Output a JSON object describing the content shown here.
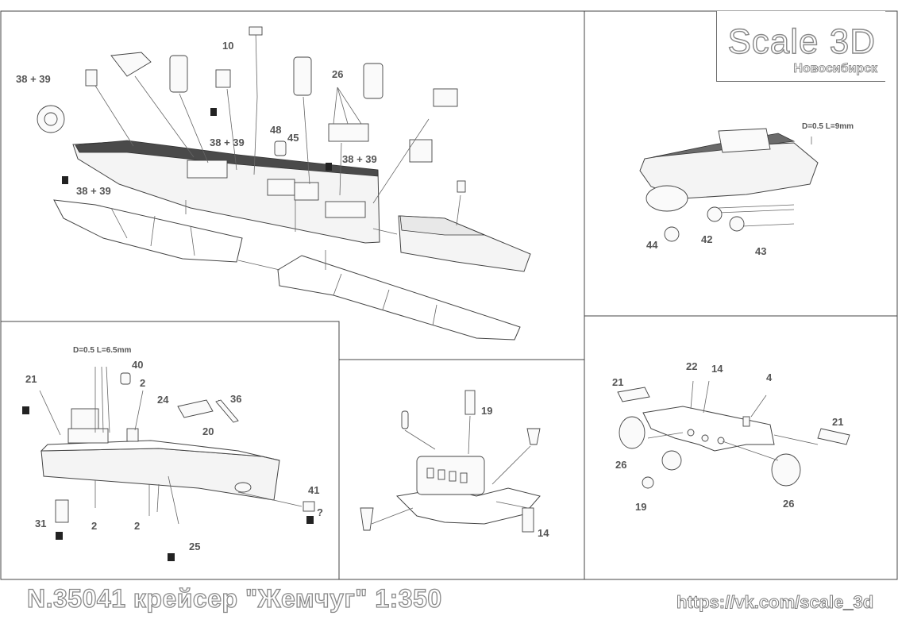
{
  "brand": {
    "name": "Scale 3D",
    "city": "Новосибирск"
  },
  "footer": {
    "title": "N.35041 крейсер \"Жемчуг\" 1:350",
    "url": "https://vk.com/scale_3d"
  },
  "main_view": {
    "labels": [
      "38 + 39",
      "10",
      "26",
      "48",
      "45",
      "38 + 39",
      "38 + 39",
      "38 + 39"
    ]
  },
  "stern_view": {
    "dimension": "D=0.5 L=9mm",
    "labels": [
      "44",
      "42",
      "43"
    ]
  },
  "bow_view": {
    "dimension": "D=0.5 L=6.5mm",
    "labels": [
      "21",
      "40",
      "2",
      "24",
      "36",
      "20",
      "41",
      "?",
      "31",
      "2",
      "2",
      "25"
    ]
  },
  "bridge_view": {
    "labels": [
      "19",
      "14"
    ]
  },
  "platform_view": {
    "labels": [
      "22",
      "14",
      "4",
      "21",
      "21",
      "26",
      "19",
      "26"
    ]
  }
}
